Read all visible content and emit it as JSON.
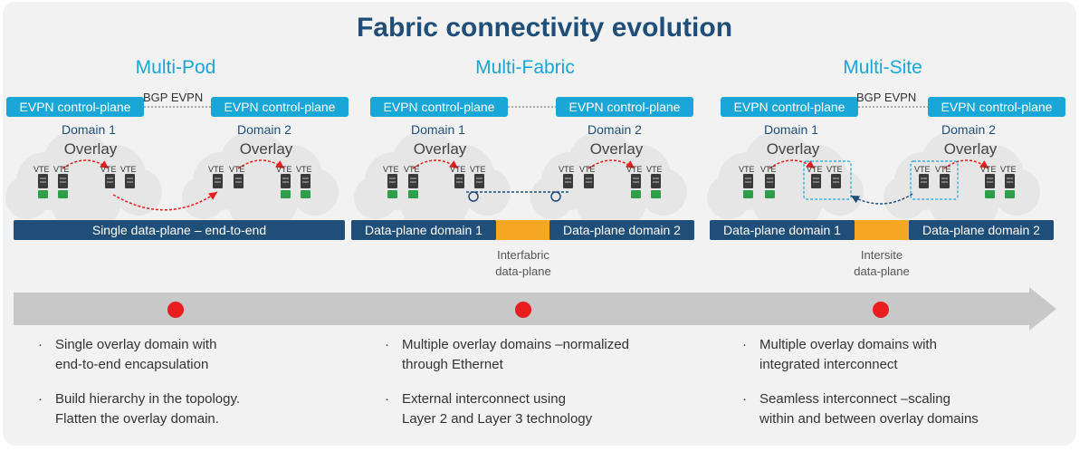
{
  "title": "Fabric connectivity evolution",
  "colors": {
    "navy": "#1f4e79",
    "cyan": "#1aa6d6",
    "gold": "#f5a623",
    "red": "#e81e1e",
    "arrow": "#c8c8c8"
  },
  "columns": [
    {
      "title": "Multi-Pod",
      "evpn_left": "EVPN control-plane",
      "evpn_right": "EVPN control-plane",
      "bgp": "BGP EVPN",
      "domain1": "Domain 1",
      "domain2": "Domain 2",
      "overlay1": "Overlay",
      "overlay2": "Overlay",
      "bar_full": "Single data-plane – end-to-end",
      "bullets": [
        [
          "Single overlay domain with",
          "end-to-end encapsulation"
        ],
        [
          "Build hierarchy in the topology.",
          "Flatten the overlay domain."
        ]
      ]
    },
    {
      "title": "Multi-Fabric",
      "evpn_left": "EVPN control-plane",
      "evpn_right": "EVPN control-plane",
      "domain1": "Domain 1",
      "domain2": "Domain 2",
      "overlay1": "Overlay",
      "overlay2": "Overlay",
      "bar_left": "Data-plane domain 1",
      "bar_right": "Data-plane domain 2",
      "sub": [
        "Interfabric",
        "data-plane"
      ],
      "bullets": [
        [
          "Multiple overlay domains –normalized",
          "through Ethernet"
        ],
        [
          "External interconnect using",
          "Layer 2 and Layer 3 technology"
        ]
      ]
    },
    {
      "title": "Multi-Site",
      "evpn_left": "EVPN control-plane",
      "evpn_right": "EVPN control-plane",
      "bgp": "BGP EVPN",
      "domain1": "Domain 1",
      "domain2": "Domain 2",
      "overlay1": "Overlay",
      "overlay2": "Overlay",
      "bar_left": "Data-plane domain 1",
      "bar_right": "Data-plane domain 2",
      "sub": [
        "Intersite",
        "data-plane"
      ],
      "bullets": [
        [
          "Multiple overlay domains with",
          "integrated interconnect"
        ],
        [
          "Seamless interconnect –scaling",
          "within and between overlay domains"
        ]
      ]
    }
  ],
  "vtep_label": "VTE",
  "bullet_glyph": "·"
}
